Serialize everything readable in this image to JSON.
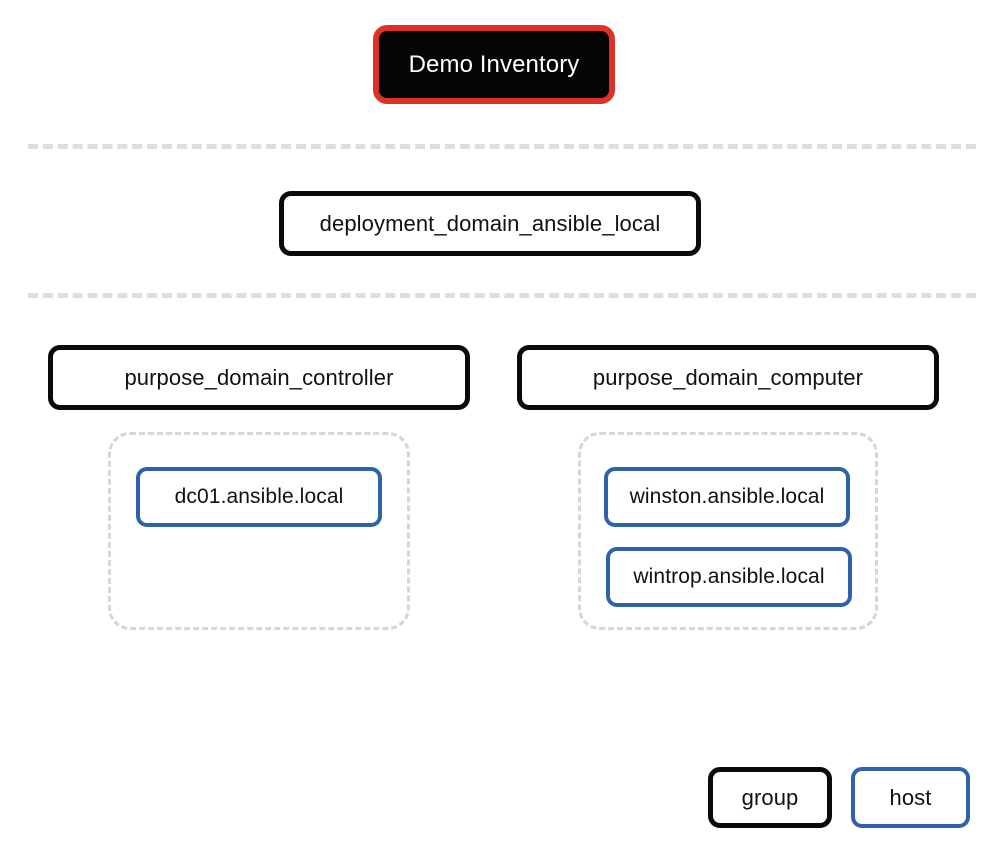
{
  "diagram": {
    "title_node": {
      "label": "Demo Inventory",
      "kind": "root",
      "fill": "#050505",
      "border": "#dd3226",
      "text_color": "#ffffff"
    },
    "levels": [
      {
        "name": "deployment-level",
        "nodes": [
          {
            "label": "deployment_domain_ansible_local",
            "kind": "group"
          }
        ]
      },
      {
        "name": "purpose-level",
        "nodes": [
          {
            "label": "purpose_domain_controller",
            "kind": "group"
          },
          {
            "label": "purpose_domain_computer",
            "kind": "group"
          }
        ]
      }
    ],
    "clusters": [
      {
        "name": "domain-controller-hosts",
        "parent": "purpose_domain_controller",
        "hosts": [
          {
            "label": "dc01.ansible.local",
            "kind": "host"
          }
        ]
      },
      {
        "name": "domain-computer-hosts",
        "parent": "purpose_domain_computer",
        "hosts": [
          {
            "label": "winston.ansible.local",
            "kind": "host"
          },
          {
            "label": "wintrop.ansible.local",
            "kind": "host"
          }
        ]
      }
    ],
    "separators": [
      {
        "name": "separator-top"
      },
      {
        "name": "separator-middle"
      }
    ],
    "legend": {
      "items": [
        {
          "label": "group",
          "kind": "group",
          "border": "#0a0a0a"
        },
        {
          "label": "host",
          "kind": "host",
          "border": "#2d63ab"
        }
      ]
    },
    "colors": {
      "root_border": "#dd3226",
      "root_fill": "#050505",
      "group_border": "#0a0a0a",
      "host_border": "#2d63ab",
      "cluster_border": "#d6d6d6",
      "separator": "#dedede",
      "background": "#ffffff"
    }
  }
}
